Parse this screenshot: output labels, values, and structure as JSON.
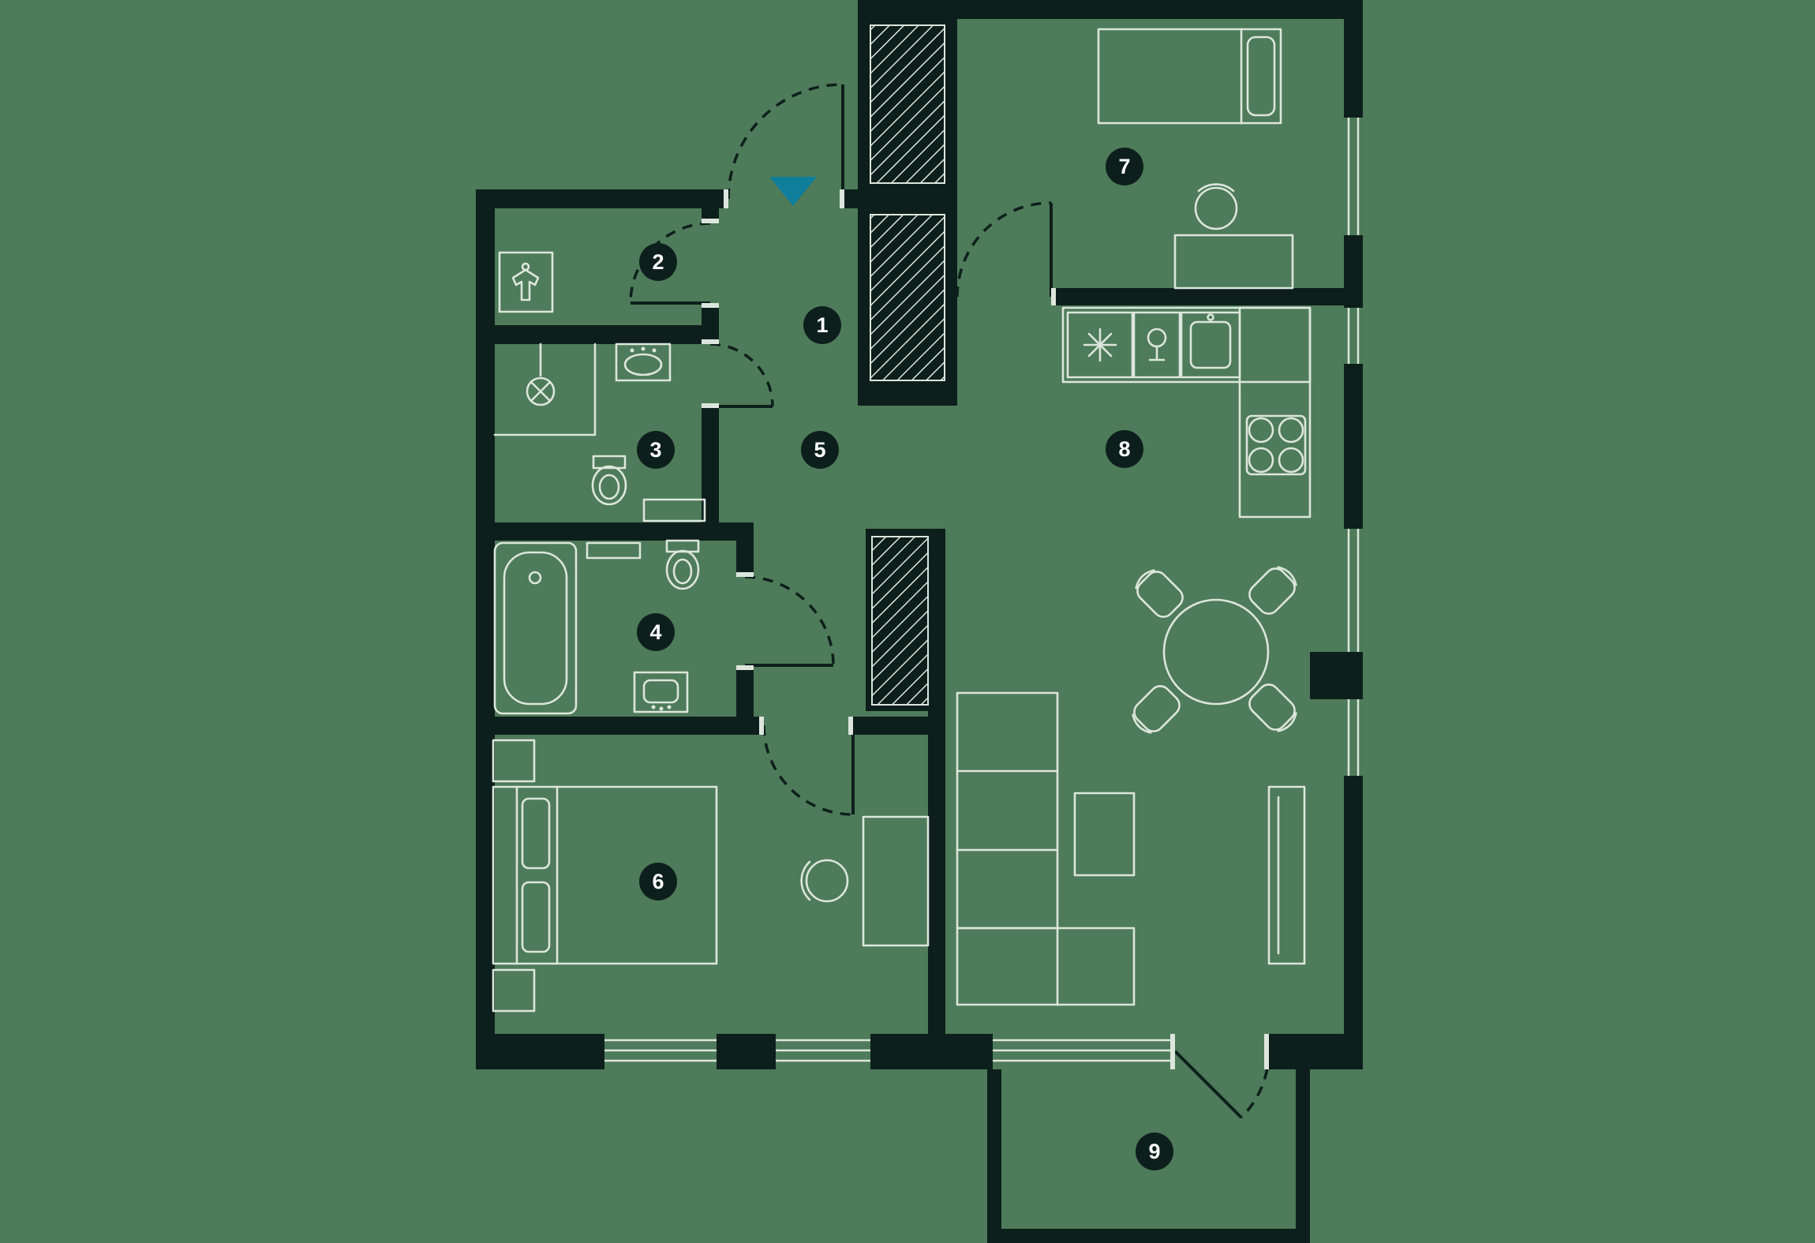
{
  "colors": {
    "background": "#4e7b59",
    "wall": "#0d1f1c",
    "line": "#dce6dc",
    "accent": "#0f7e9b",
    "badge_bg": "#0d1f1c",
    "badge_text": "#ffffff"
  },
  "icons": {
    "entrance_marker": "triangle-down",
    "shaft_fill": "diagonal-hatch"
  },
  "rooms": [
    {
      "number": "1"
    },
    {
      "number": "2"
    },
    {
      "number": "3"
    },
    {
      "number": "4"
    },
    {
      "number": "5"
    },
    {
      "number": "6"
    },
    {
      "number": "7"
    },
    {
      "number": "8"
    },
    {
      "number": "9"
    }
  ]
}
